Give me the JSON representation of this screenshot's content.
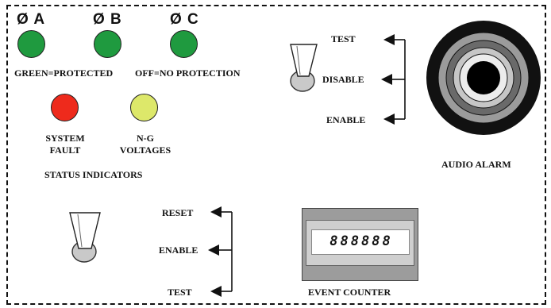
{
  "phases": [
    {
      "label": "Ø A",
      "led_color": "#1f9a3f"
    },
    {
      "label": "Ø B",
      "led_color": "#1f9a3f"
    },
    {
      "label": "Ø C",
      "led_color": "#1f9a3f"
    }
  ],
  "legend": {
    "green": "GREEN=PROTECTED",
    "off": "OFF=NO PROTECTION"
  },
  "status": {
    "system_fault": [
      "SYSTEM",
      "FAULT"
    ],
    "ng_voltages": [
      "N-G",
      "VOLTAGES"
    ],
    "title": "STATUS INDICATORS",
    "fault_color": "#ee2a1c",
    "ng_color": "#dde86a"
  },
  "alarm_switch": {
    "positions": [
      "TEST",
      "DISABLE",
      "ENABLE"
    ]
  },
  "alarm": {
    "label": "AUDIO ALARM"
  },
  "counter_switch": {
    "positions": [
      "RESET",
      "ENABLE",
      "TEST"
    ]
  },
  "counter": {
    "digits": "888888",
    "label": "EVENT COUNTER"
  }
}
